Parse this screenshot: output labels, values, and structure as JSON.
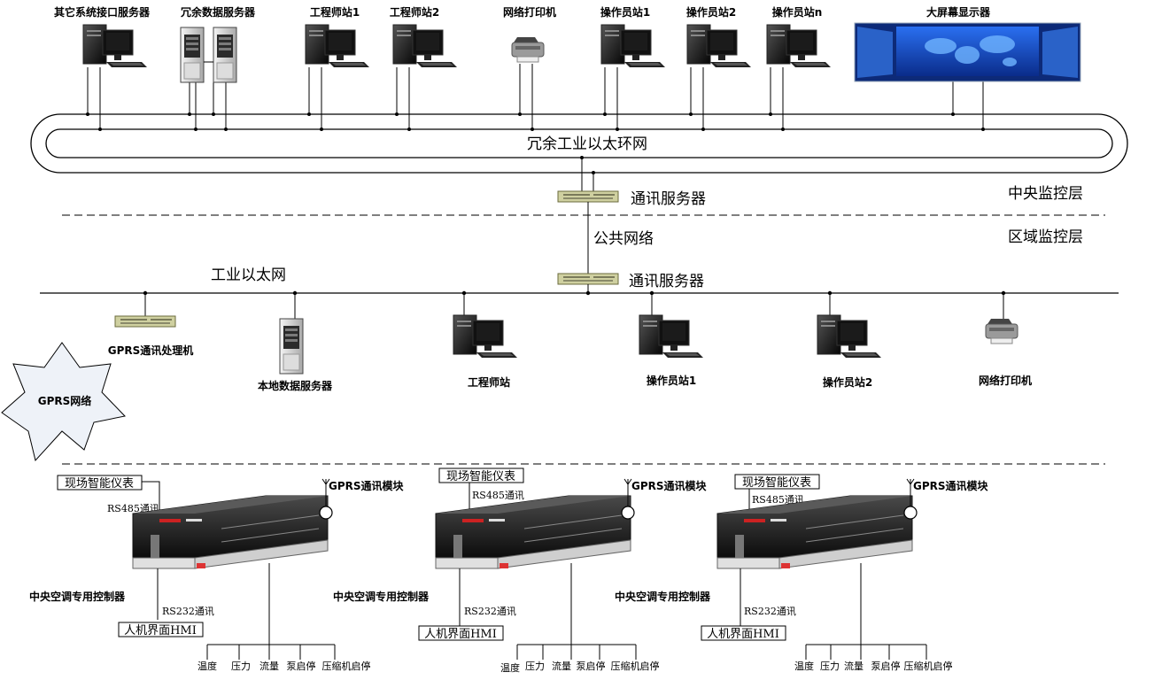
{
  "top": {
    "devices": [
      {
        "label": "其它系统接口服务器"
      },
      {
        "label": "冗余数据服务器"
      },
      {
        "label": "工程师站1"
      },
      {
        "label": "工程师站2"
      },
      {
        "label": "网络打印机"
      },
      {
        "label": "操作员站1"
      },
      {
        "label": "操作员站2"
      },
      {
        "label": "操作员站n"
      },
      {
        "label": "大屏幕显示器"
      }
    ],
    "ring_label": "冗余工业以太环网",
    "comm_server_label": "通讯服务器",
    "layer_label": "中央监控层"
  },
  "middle": {
    "public_network_label": "公共网络",
    "layer_label": "区域监控层",
    "comm_server_label": "通讯服务器",
    "ethernet_label": "工业以太网",
    "devices": [
      {
        "label": "GPRS通讯处理机"
      },
      {
        "label": "本地数据服务器"
      },
      {
        "label": "工程师站"
      },
      {
        "label": "操作员站1"
      },
      {
        "label": "操作员站2"
      },
      {
        "label": "网络打印机"
      }
    ],
    "gprs_cloud_label": "GPRS网络"
  },
  "bottom": {
    "units": [
      {
        "meter_label": "现场智能仪表",
        "rs485_label": "RS485通讯",
        "gprs_label": "GPRS通讯模块",
        "controller_label": "中央空调专用控制器",
        "rs232_label": "RS232通讯",
        "hmi_label": "人机界面HMI",
        "signals": [
          "温度",
          "压力",
          "流量",
          "泵启停",
          "压缩机启停"
        ]
      },
      {
        "meter_label": "现场智能仪表",
        "rs485_label": "RS485通讯",
        "gprs_label": "GPRS通讯模块",
        "controller_label": "中央空调专用控制器",
        "rs232_label": "RS232通讯",
        "hmi_label": "人机界面HMI",
        "signals": [
          "温度",
          "压力",
          "流量",
          "泵启停",
          "压缩机启停"
        ]
      },
      {
        "meter_label": "现场智能仪表",
        "rs485_label": "RS485通讯",
        "gprs_label": "GPRS通讯模块",
        "controller_label": "中央空调专用控制器",
        "rs232_label": "RS232通讯",
        "hmi_label": "人机界面HMI",
        "signals": [
          "温度",
          "压力",
          "流量",
          "泵启停",
          "压缩机启停"
        ]
      }
    ]
  },
  "colors": {
    "line": "#000000",
    "server_green": "#c8c896",
    "monitor_blue": "#1a4fd0"
  }
}
